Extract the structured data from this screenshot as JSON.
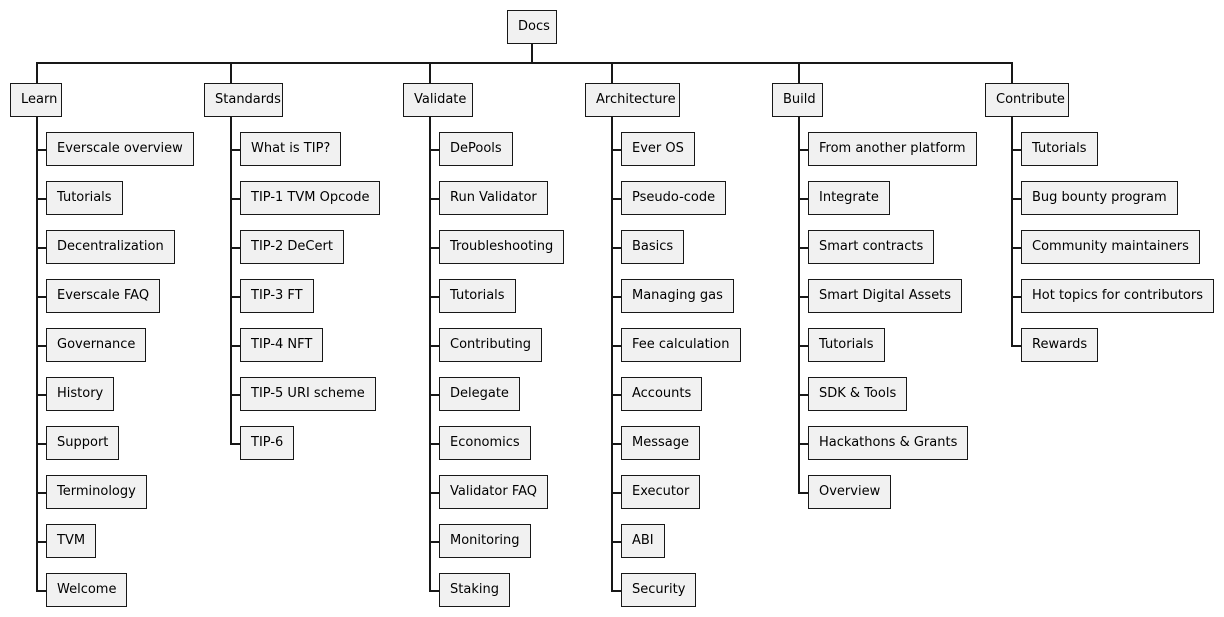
{
  "root": {
    "label": "Docs"
  },
  "sections": [
    {
      "id": "learn",
      "label": "Learn",
      "items": [
        "Everscale overview",
        "Tutorials",
        "Decentralization",
        "Everscale FAQ",
        "Governance",
        "History",
        "Support",
        "Terminology",
        "TVM",
        "Welcome"
      ]
    },
    {
      "id": "standards",
      "label": "Standards",
      "items": [
        "What is TIP?",
        "TIP-1 TVM Opcode",
        "TIP-2 DeCert",
        "TIP-3 FT",
        "TIP-4 NFT",
        "TIP-5 URI scheme",
        "TIP-6"
      ]
    },
    {
      "id": "validate",
      "label": "Validate",
      "items": [
        "DePools",
        "Run Validator",
        "Troubleshooting",
        "Tutorials",
        "Contributing",
        "Delegate",
        "Economics",
        "Validator FAQ",
        "Monitoring",
        "Staking"
      ]
    },
    {
      "id": "architecture",
      "label": "Architecture",
      "items": [
        "Ever OS",
        "Pseudo-code",
        "Basics",
        "Managing gas",
        "Fee calculation",
        "Accounts",
        "Message",
        "Executor",
        "ABI",
        "Security"
      ]
    },
    {
      "id": "build",
      "label": "Build",
      "items": [
        "From another platform",
        "Integrate",
        "Smart contracts",
        "Smart Digital Assets",
        "Tutorials",
        "SDK & Tools",
        "Hackathons & Grants",
        "Overview"
      ]
    },
    {
      "id": "contribute",
      "label": "Contribute",
      "items": [
        "Tutorials",
        "Bug bounty program",
        "Community maintainers",
        "Hot topics for contributors",
        "Rewards"
      ]
    }
  ]
}
